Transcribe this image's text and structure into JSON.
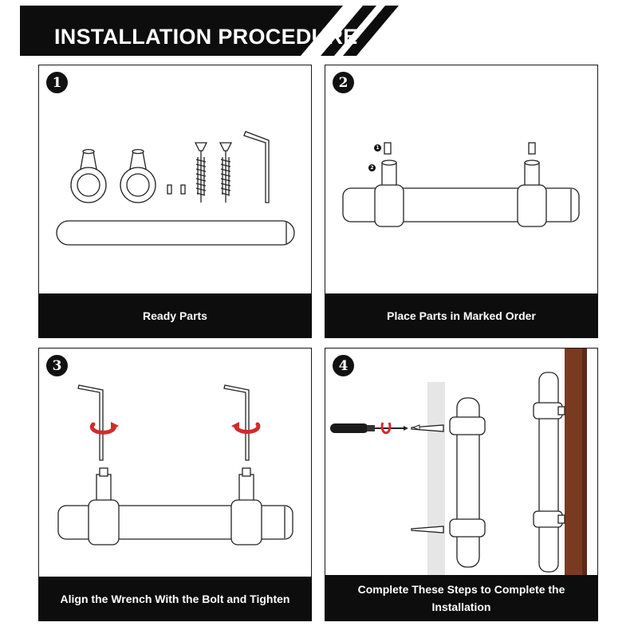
{
  "banner": {
    "title": "INSTALLATION PROCEDURE"
  },
  "steps": [
    {
      "number": "1",
      "caption": "Ready Parts"
    },
    {
      "number": "2",
      "caption": "Place Parts in Marked Order",
      "markers": [
        "1",
        "2"
      ]
    },
    {
      "number": "3",
      "caption": "Align the Wrench With the Bolt and Tighten"
    },
    {
      "number": "4",
      "caption": "Complete These Steps to Complete the Installation"
    }
  ],
  "colors": {
    "banner": "#0d0d0d",
    "caption_bg": "#0d0d0d",
    "arrow_red": "#d42a2a",
    "door_wood": "#7a3a22"
  }
}
